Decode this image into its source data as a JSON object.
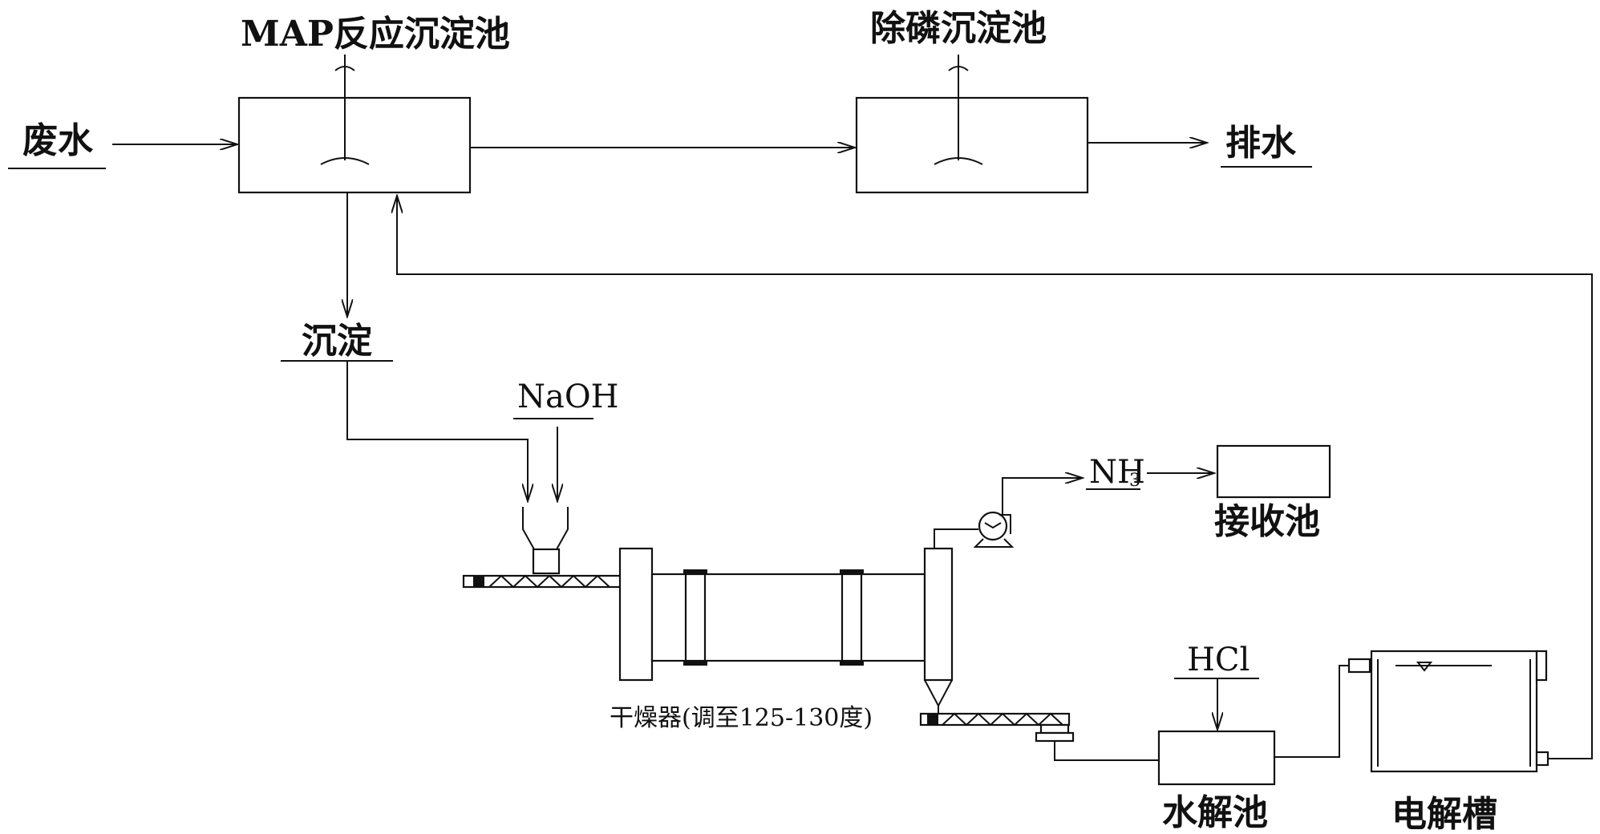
{
  "labels": {
    "map_tank": "MAP反应沉淀池",
    "p_removal_tank": "除磷沉淀池",
    "wastewater": "废水",
    "discharge": "排水",
    "precipitate": "沉淀",
    "naoh": "NaOH",
    "nh3_main": "NH",
    "nh3_sub": "3",
    "receiving_tank": "接收池",
    "dryer": "干燥器(调至125-130度)",
    "hcl": "HCl",
    "hydrolysis_tank": "水解池",
    "electrolysis_cell": "电解槽"
  },
  "colors": {
    "line": "#111111",
    "background": "#ffffff"
  }
}
